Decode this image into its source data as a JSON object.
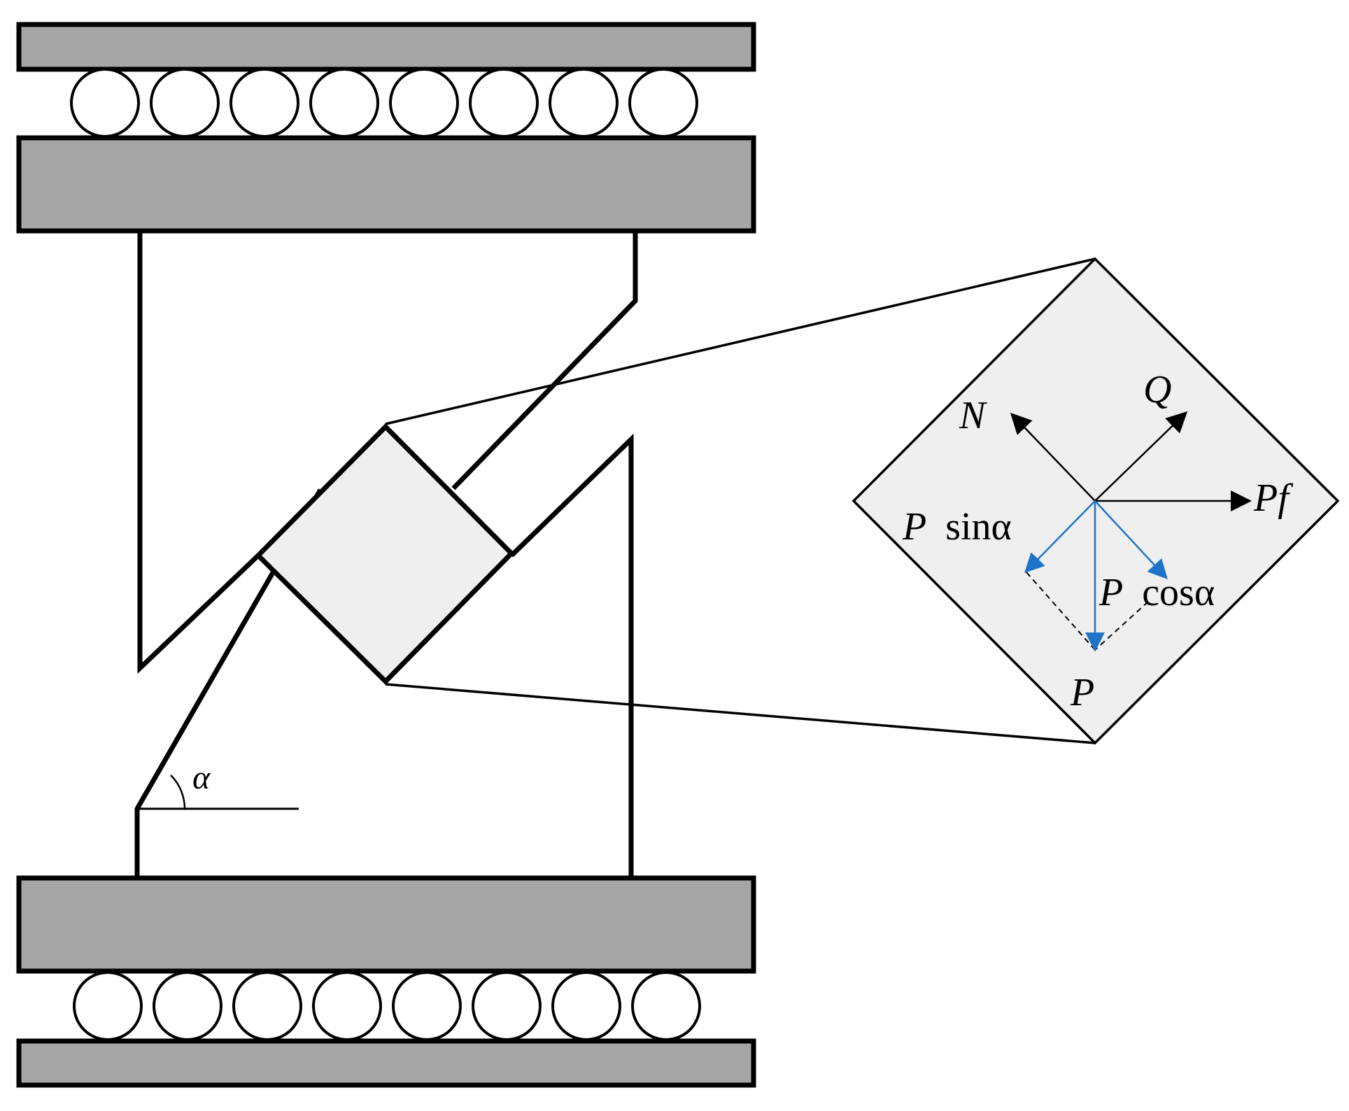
{
  "diagram": {
    "colors": {
      "stroke": "#000000",
      "plate_fill": "#a6a6a6",
      "block_fill": "#efefef",
      "roller_fill": "#ffffff",
      "component_arrow": "#1e73c8"
    },
    "rollers": {
      "top_count": 8,
      "bottom_count": 8
    },
    "angle_label": "α",
    "forces": {
      "N": "N",
      "Q": "Q",
      "Pf": "Pf",
      "P": "P",
      "P_sin": {
        "sym": "P",
        "fn": "sinα"
      },
      "P_cos": {
        "sym": "P",
        "fn": "cosα"
      }
    }
  }
}
